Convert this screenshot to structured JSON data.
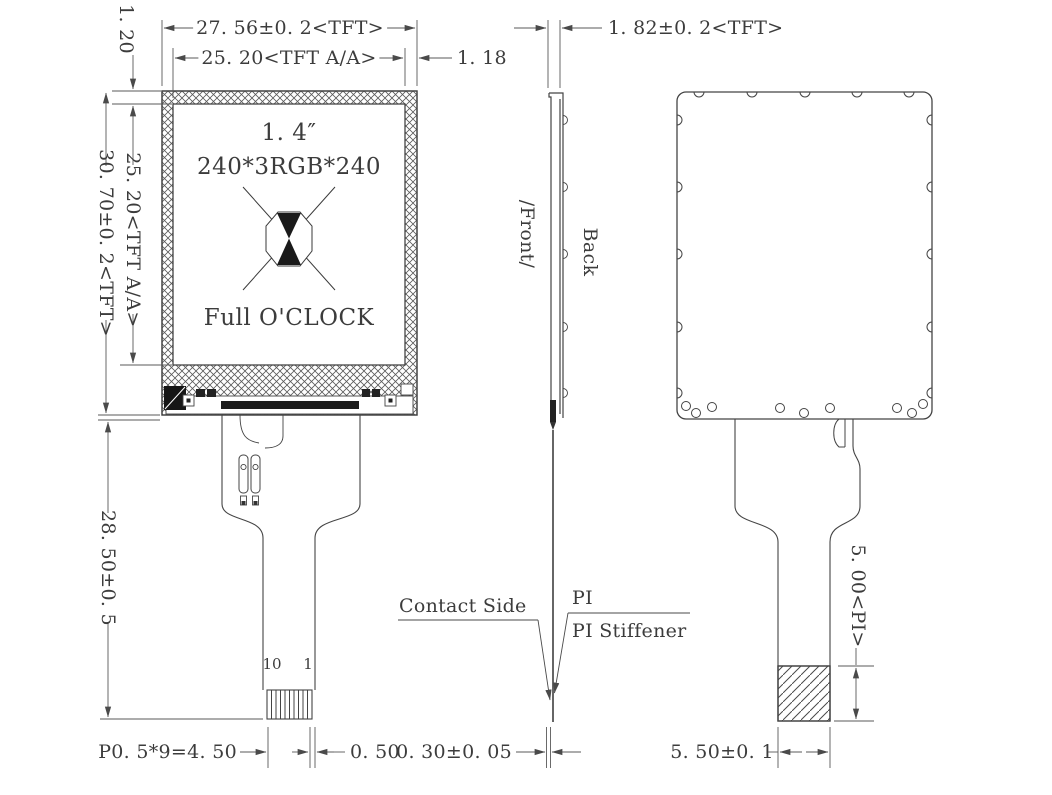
{
  "front": {
    "size": "1. 4″",
    "resolution": "240*3RGB*240",
    "clock_label": "Full O'CLOCK",
    "pin_first": "10",
    "pin_last": "1"
  },
  "side": {
    "front_label": "/Front/",
    "back_label": "Back",
    "contact_side": "Contact Side",
    "pi": "PI",
    "pi_stiffener": "PI Stiffener"
  },
  "dims": {
    "tft_width": "27. 56±0. 2<TFT>",
    "aa_width": "25. 20<TFT A/A>",
    "right_border": "1. 18",
    "top_border": "1. 20",
    "tft_thickness": "1. 82±0. 2<TFT>",
    "tft_height": "30. 70±0. 2<TFT>",
    "aa_height": "25. 20<TFT A/A>",
    "fpc_length": "28. 50±0. 5",
    "pin_pitch": "P0. 5*9=4. 50",
    "pin_edge": "0. 50",
    "fpc_thickness": "0. 30±0. 05",
    "pi_height": "5. 00<PI>",
    "stiffener_width": "5. 50±0. 1"
  },
  "colors": {
    "line": "#4a4a4a",
    "text": "#3c3c3c",
    "fill_dark": "#1c1c1c",
    "background": "#ffffff"
  }
}
